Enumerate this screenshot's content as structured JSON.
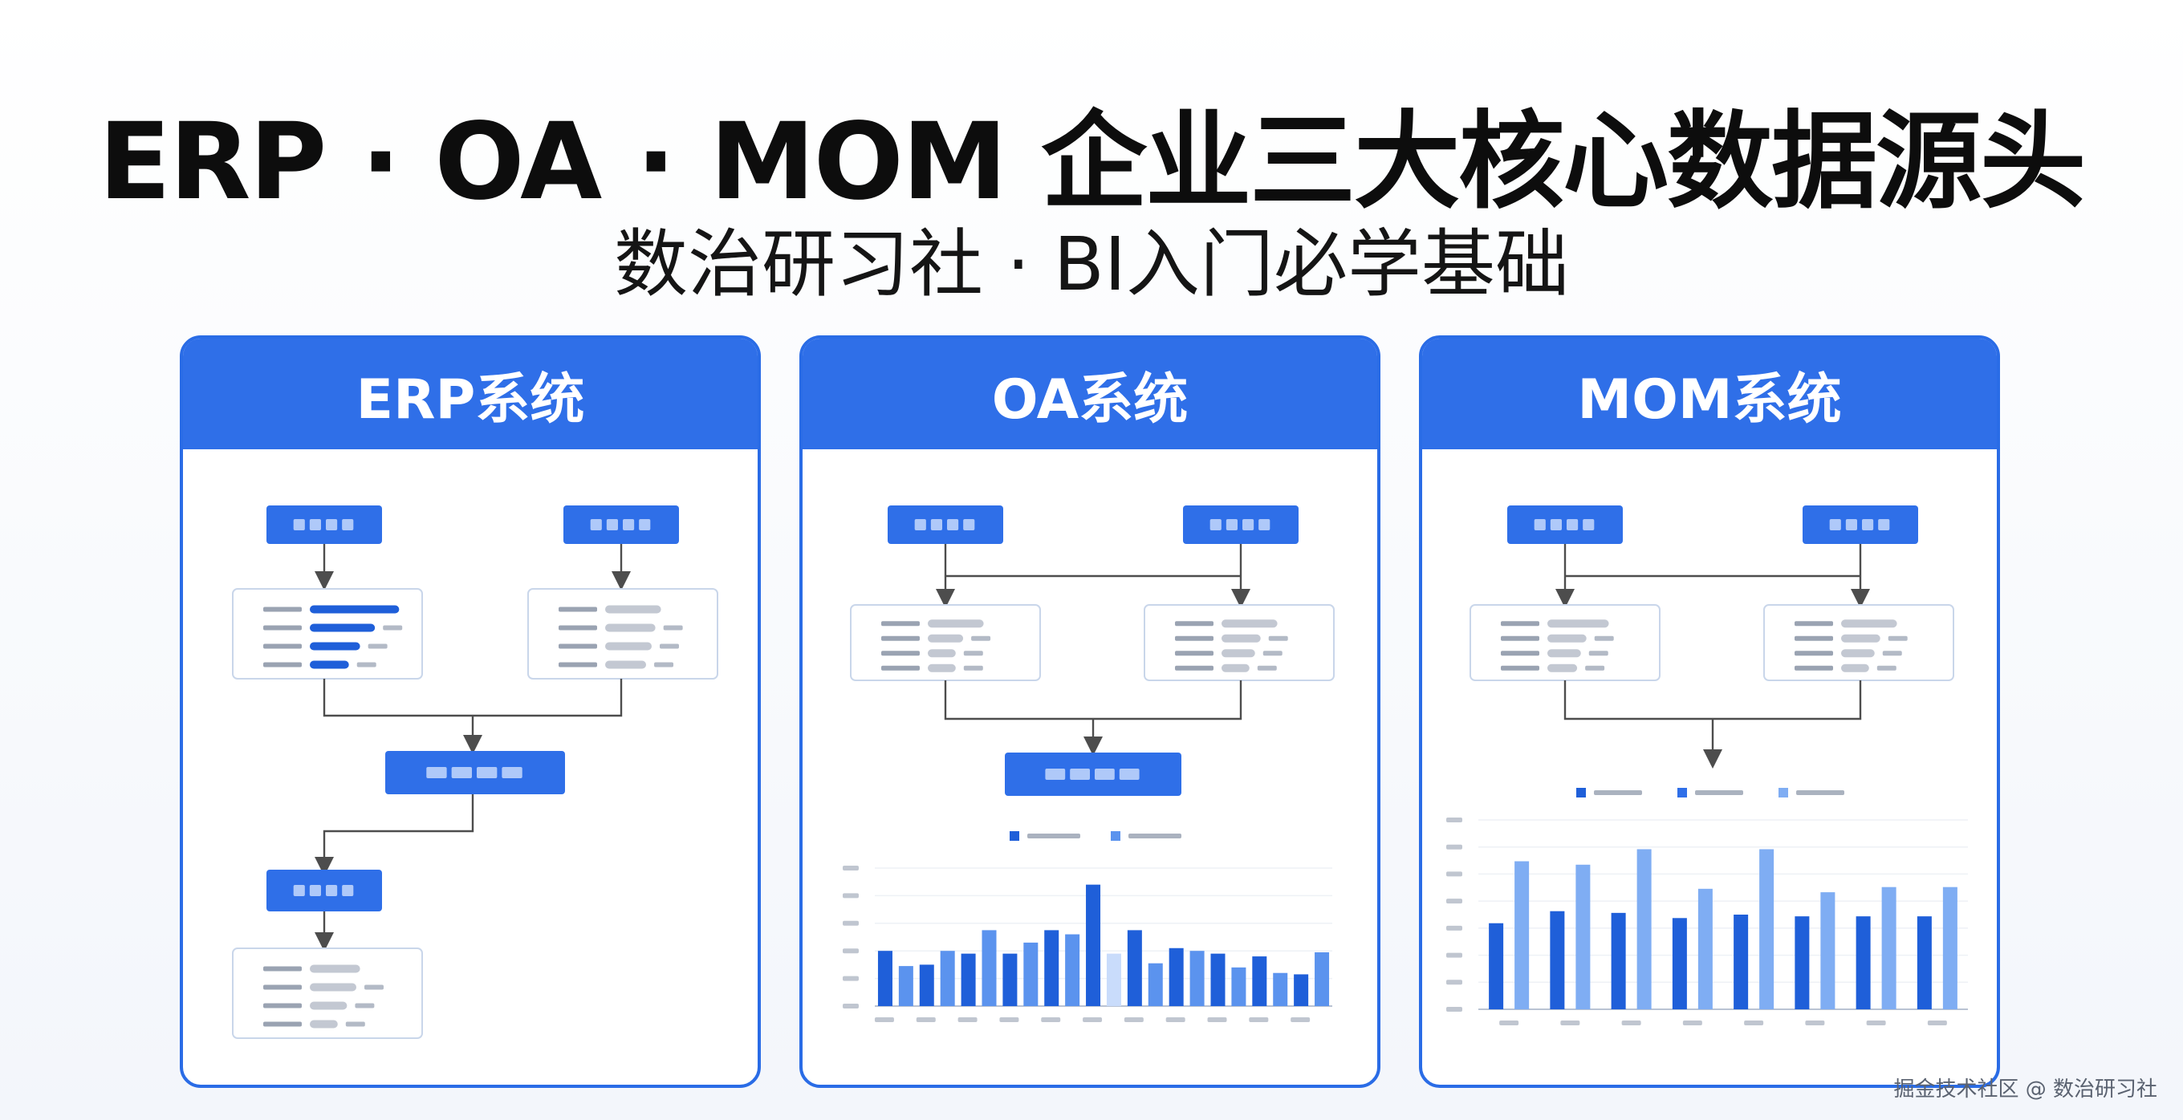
{
  "header": {
    "title": "ERP · OA · MOM 企业三大核心数据源头",
    "subtitle": "数治研习社 · BI入门必学基础"
  },
  "panels": [
    {
      "title": "ERP系统"
    },
    {
      "title": "OA系统"
    },
    {
      "title": "MOM系统"
    }
  ],
  "footer": {
    "credit": "掘金技术社区 @ 数治研习社"
  },
  "colors": {
    "primary": "#2f6fe8",
    "primary_dark": "#1f5fd9",
    "secondary_bar": "#5b93ee",
    "light_bar": "#7fadf3",
    "gray_bar": "#c3c8d2",
    "connector": "#4d4d4d"
  },
  "chart_data": [
    {
      "panel": "OA系统",
      "type": "bar",
      "categories": [
        "",
        "",
        "",
        "",
        "",
        "",
        "",
        "",
        "",
        "",
        ""
      ],
      "series": [
        {
          "values": [
            40,
            30,
            38,
            38,
            55,
            88,
            55,
            42,
            38,
            36,
            23
          ]
        },
        {
          "values": [
            29,
            40,
            55,
            46,
            52,
            38,
            31,
            40,
            28,
            24,
            39
          ]
        }
      ],
      "ylim": [
        0,
        100
      ],
      "grid": true,
      "legend": "top-center"
    },
    {
      "panel": "MOM系统",
      "type": "bar",
      "categories": [
        "",
        "",
        "",
        "",
        "",
        "",
        "",
        ""
      ],
      "series": [
        {
          "values": [
            50,
            57,
            56,
            53,
            55,
            54,
            54,
            54
          ]
        },
        {
          "values": [
            86,
            84,
            93,
            70,
            93,
            68,
            71,
            71
          ]
        },
        {
          "values": []
        }
      ],
      "ylim": [
        0,
        110
      ],
      "grid": true,
      "legend": "top-center"
    }
  ]
}
